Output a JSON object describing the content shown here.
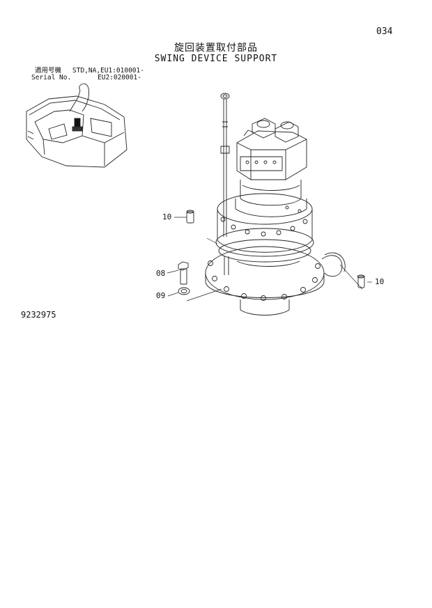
{
  "page_number": "034",
  "title_jp": "旋回装置取付部品",
  "title_en": "SWING DEVICE SUPPORT",
  "serial": {
    "label_jp": "適用号機",
    "label_en": "Serial No.",
    "line1": "STD,NA,EU1:010001-",
    "line2": "EU2:020001-"
  },
  "callouts": {
    "c10_left": "10",
    "c08": "08",
    "c09": "09",
    "c10_right": "10"
  },
  "drawing_number": "9232975"
}
